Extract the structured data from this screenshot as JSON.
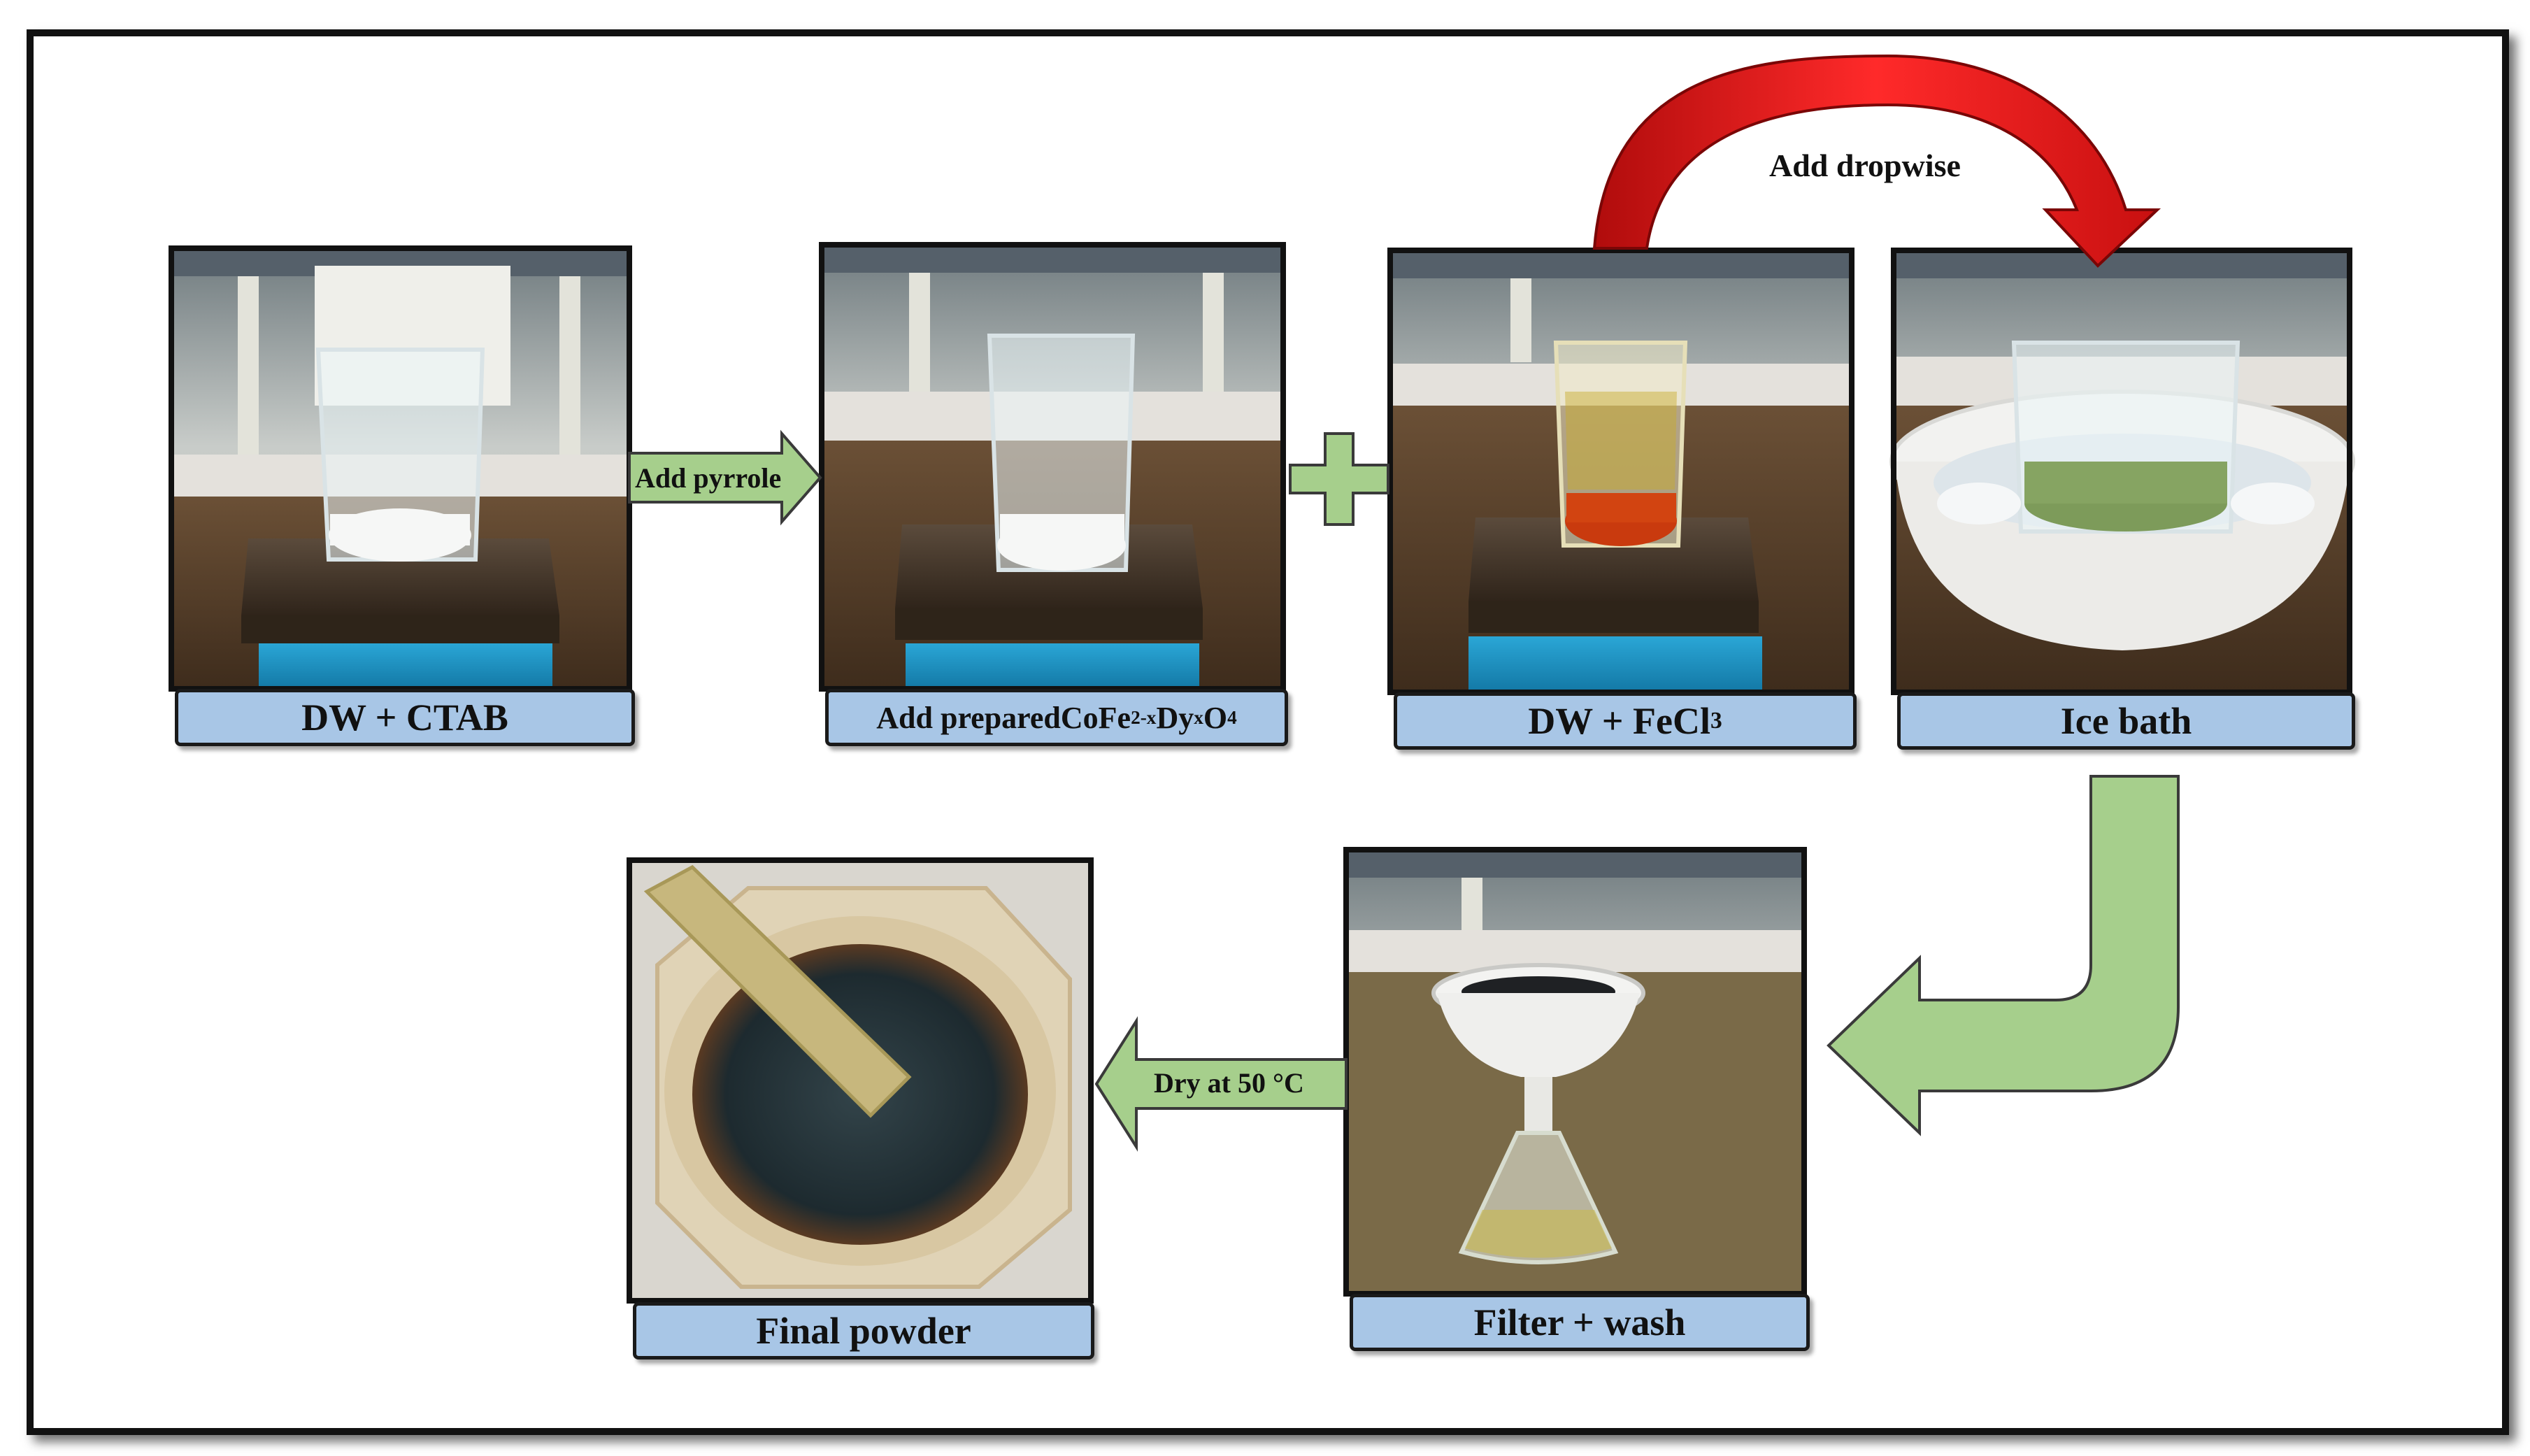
{
  "steps": {
    "dw_ctab": "DW + CTAB",
    "add_prepared": {
      "text": "Add prepared ",
      "formula_a": "CoFe",
      "formula_sub_a": "2-x",
      "formula_b": "Dy",
      "formula_sub_b": "x",
      "formula_c": "O",
      "formula_sub_c": "4"
    },
    "dw_fecl3": {
      "text": "DW + FeCl",
      "sub": "3"
    },
    "ice_bath": "Ice bath",
    "filter_wash": "Filter + wash",
    "final_powder": "Final powder"
  },
  "arrows": {
    "add_pyrrole": "Add pyrrole",
    "add_dropwise": "Add dropwise",
    "dry": "Dry at 50 °C"
  },
  "colors": {
    "label_fill": "#a8c6e6",
    "green_arrow": "#a6cf8c",
    "red_arrow": "#e21a1a",
    "frame": "#111111"
  }
}
